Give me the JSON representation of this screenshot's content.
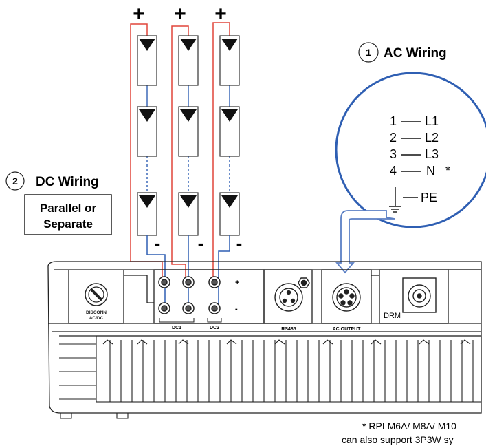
{
  "dc": {
    "plus_sign": "+",
    "minus_sign": "-",
    "number": "2",
    "title": "DC Wiring",
    "box_line1": "Parallel or",
    "box_line2": "Separate"
  },
  "ac": {
    "number": "1",
    "title": "AC Wiring",
    "pins": [
      {
        "num": "1",
        "label": "L1"
      },
      {
        "num": "2",
        "label": "L2"
      },
      {
        "num": "3",
        "label": "L3"
      },
      {
        "num": "4",
        "label": "N",
        "mark": "*"
      }
    ],
    "pe_label": "PE"
  },
  "inverter": {
    "disconn_label_1": "DISCONN",
    "disconn_label_2": "AC/DC",
    "dc1_label": "DC1",
    "dc2_label": "DC2",
    "rs485_label": "RS485",
    "ac_output_label": "AC OUTPUT",
    "drm_label": "DRM",
    "terminal_plus": "+",
    "terminal_minus": "-"
  },
  "footnote": {
    "line1": "* RPI M6A/ M8A/ M10",
    "line2": "can also support 3P3W sy"
  },
  "colors": {
    "positive_wire": "#e0453a",
    "negative_wire": "#2f5fb3",
    "ac_circle": "#2f5fb3",
    "arrow": "#5b7fc4"
  }
}
